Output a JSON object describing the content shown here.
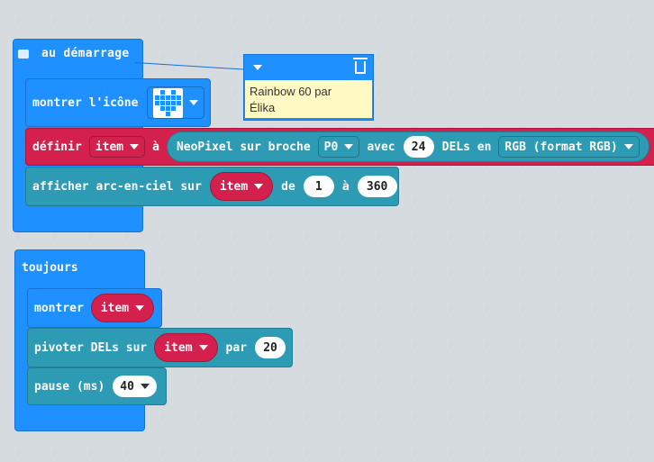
{
  "on_start": {
    "label": "au démarrage",
    "show_icon_label": "montrer l'icône",
    "define": {
      "label": "définir",
      "var": "item",
      "to": "à",
      "neopixel": "NeoPixel sur broche",
      "pin": "P0",
      "with": "avec",
      "count": "24",
      "leds_in": "DELs en",
      "format": "RGB (format RGB)"
    },
    "rainbow": {
      "label": "afficher arc-en-ciel sur",
      "var": "item",
      "from": "de",
      "start": "1",
      "to": "à",
      "end": "360"
    }
  },
  "comment": {
    "text_line1": "Rainbow 60 par",
    "text_line2": "Élika"
  },
  "forever": {
    "label": "toujours",
    "show": {
      "label": "montrer",
      "var": "item"
    },
    "rotate": {
      "label": "pivoter DELs sur",
      "var": "item",
      "by": "par",
      "value": "20"
    },
    "pause": {
      "label": "pause (ms)",
      "value": "40"
    }
  },
  "colors": {
    "blue": "#1e90ff",
    "red": "#d4204c",
    "teal": "#2e9bb5",
    "comment_bg": "#fff9c4"
  },
  "icons": {
    "comment": "comment-icon",
    "delete": "trash-icon",
    "led_heart": "heart-icon"
  }
}
